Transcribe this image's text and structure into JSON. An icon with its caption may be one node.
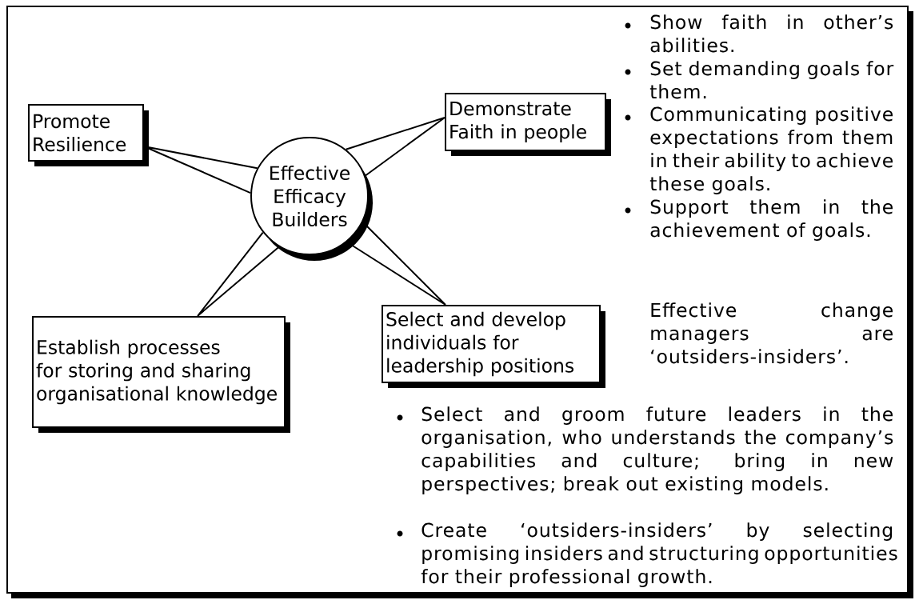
{
  "diagram": {
    "nodes": [
      {
        "text": [
          "Promote Resilience"
        ]
      },
      {
        "text": [
          "Demonstrate Faith in people"
        ]
      },
      {
        "text": [
          "Effective Efficacy Builders"
        ]
      },
      {
        "text": [
          "Establish processes for storing and sharing organisational knowledge"
        ]
      },
      {
        "text": [
          "Select and develop individuals for leadership positions"
        ]
      }
    ],
    "edges": [
      {
        "from": 2,
        "to": 0,
        "arrow": "none"
      },
      {
        "from": 2,
        "to": 1,
        "arrow": "none"
      },
      {
        "from": 2,
        "to": 3,
        "arrow": "none"
      },
      {
        "from": 2,
        "to": 4,
        "arrow": "none"
      }
    ],
    "labels": [
      "Show faith in other’s abilities.",
      "Set demanding goals for them.",
      "Communicating positive expectations from them in their ability to achieve these goals.",
      "Support them in the achievement of goals.",
      "Effective change managers are ‘outsiders-insiders’.",
      "Select and groom future leaders in the organisation, who understands the company’s capabilities and culture; bring in new perspectives; break out existing models.",
      "Create ‘outsiders-insiders’ by selecting promising insiders and structuring opportunities for their professional growth."
    ]
  }
}
